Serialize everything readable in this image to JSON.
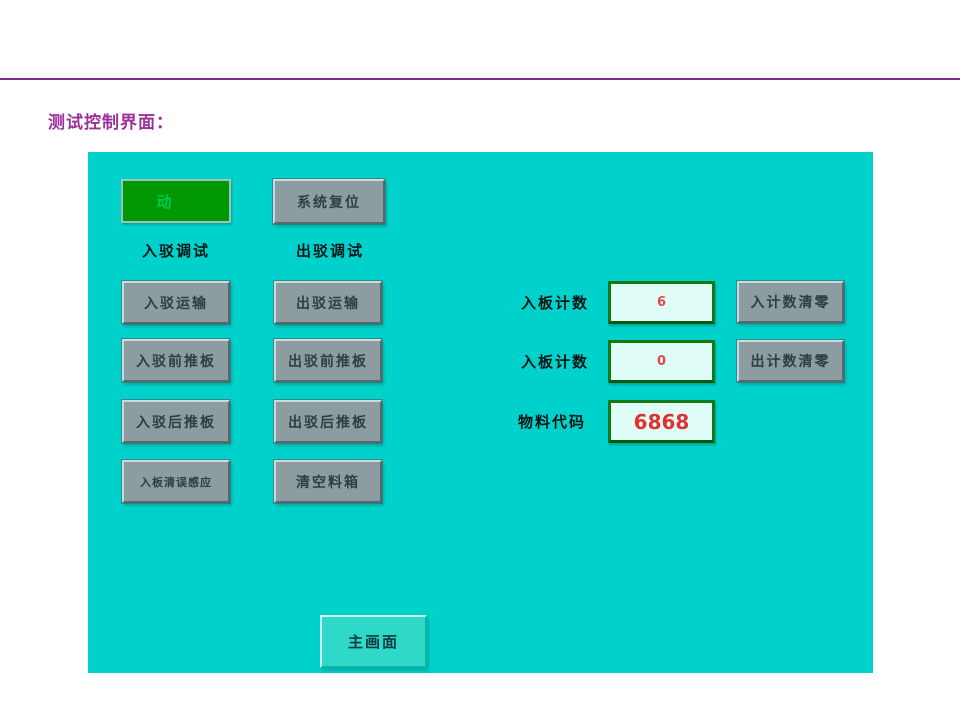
{
  "page": {
    "title": "测试控制界面：",
    "accent_color": "#993399",
    "divider_color": "#7B2D8B",
    "background_color": "#FFFFFF"
  },
  "panel": {
    "background_color": "#00D2CB",
    "run_button": {
      "label": "动",
      "bg_color": "#009903",
      "text_color": "#00CB4E"
    },
    "system_reset_button": {
      "label": "系统复位"
    },
    "column_labels": {
      "in_debug": "入驳调试",
      "out_debug": "出驳调试"
    },
    "debug_buttons": {
      "left": [
        "入驳运输",
        "入驳前推板",
        "入驳后推板",
        "入板清误感应"
      ],
      "right": [
        "出驳运输",
        "出驳前推板",
        "出驳后推板",
        "清空料箱"
      ]
    },
    "counters": [
      {
        "label": "入板计数",
        "value": "6",
        "clear_button": "入计数清零"
      },
      {
        "label": "入板计数",
        "value": "0",
        "clear_button": "出计数清零"
      },
      {
        "label": "物料代码",
        "value": "6868"
      }
    ],
    "value_box_colors": {
      "bg": "#DFFDF6",
      "border": "#117A13",
      "text": "#E04848"
    },
    "button_colors": {
      "bg": "#8C9CA0",
      "text": "#2E3E45"
    },
    "main_screen_button": {
      "label": "主画面"
    }
  }
}
